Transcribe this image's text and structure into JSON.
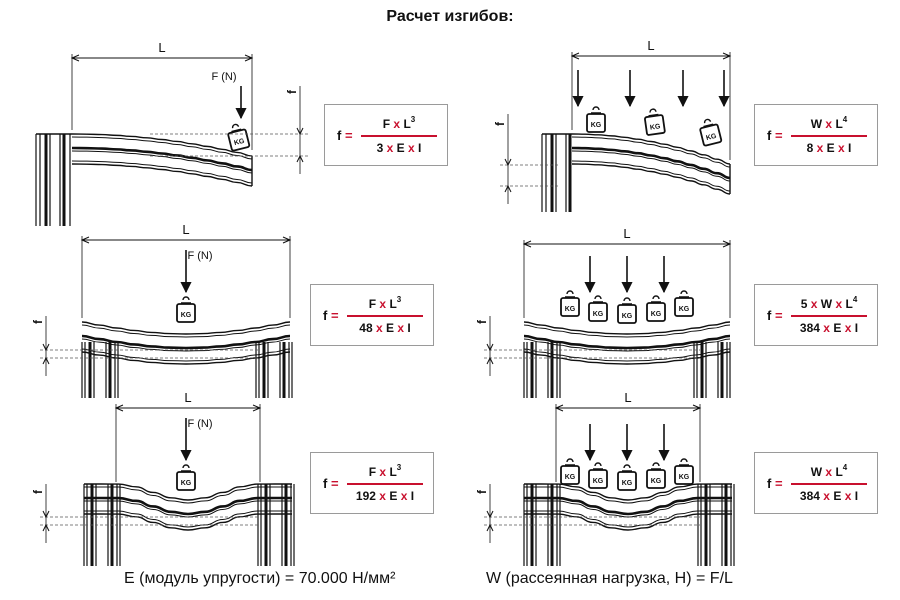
{
  "title": "Расчет изгибов:",
  "labels": {
    "length": "L",
    "deflection": "f",
    "force": "F (N)",
    "weight": "KG"
  },
  "formulas": {
    "f1": {
      "lhs": "f",
      "num": [
        "F",
        "L",
        "3"
      ],
      "den": [
        "3",
        "E",
        "I"
      ]
    },
    "f2": {
      "lhs": "f",
      "num": [
        "W",
        "L",
        "4"
      ],
      "den": [
        "8",
        "E",
        "I"
      ]
    },
    "f3": {
      "lhs": "f",
      "num": [
        "F",
        "L",
        "3"
      ],
      "den": [
        "48",
        "E",
        "I"
      ]
    },
    "f4": {
      "lhs": "f",
      "num": [
        "5",
        "W",
        "L",
        "4"
      ],
      "den": [
        "384",
        "E",
        "I"
      ]
    },
    "f5": {
      "lhs": "f",
      "num": [
        "F",
        "L",
        "3"
      ],
      "den": [
        "192",
        "E",
        "I"
      ]
    },
    "f6": {
      "lhs": "f",
      "num": [
        "W",
        "L",
        "4"
      ],
      "den": [
        "384",
        "E",
        "I"
      ]
    }
  },
  "footer": {
    "left": "E (модуль упругости) = 70.000 Н/мм²",
    "right": "W (рассеянная нагрузка, Н) = F/L"
  },
  "colors": {
    "accent": "#c8102e",
    "line": "#111111",
    "box_border": "#9a9a9a",
    "dash": "#555555"
  }
}
